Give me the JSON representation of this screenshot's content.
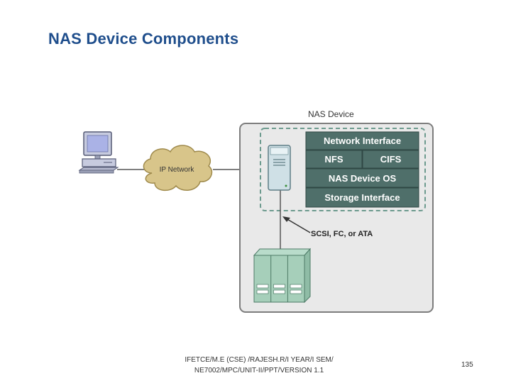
{
  "slide": {
    "title": "NAS Device Components",
    "footer_line1": "IFETCE/M.E (CSE) /RAJESH.R/I YEAR/I SEM/",
    "footer_line2": "NE7002/MPC/UNIT-II/PPT/VERSION 1.1",
    "page_number": "135"
  },
  "diagram": {
    "nas_device_label": "NAS Device",
    "network_label": "IP Network",
    "connection_label": "SCSI, FC, or ATA",
    "stack": {
      "network_interface": "Network Interface",
      "nfs": "NFS",
      "cifs": "CIFS",
      "nas_device_os": "NAS Device OS",
      "storage_interface": "Storage Interface"
    },
    "icons": {
      "client": "computer-icon",
      "network": "cloud-icon",
      "head": "server-icon",
      "storage": "storage-array-icon"
    },
    "colors": {
      "title": "#1f4e8c",
      "stack_block": "#4f6f6a",
      "nas_panel": "#e9e9e9",
      "cloud": "#d8c58a"
    }
  }
}
